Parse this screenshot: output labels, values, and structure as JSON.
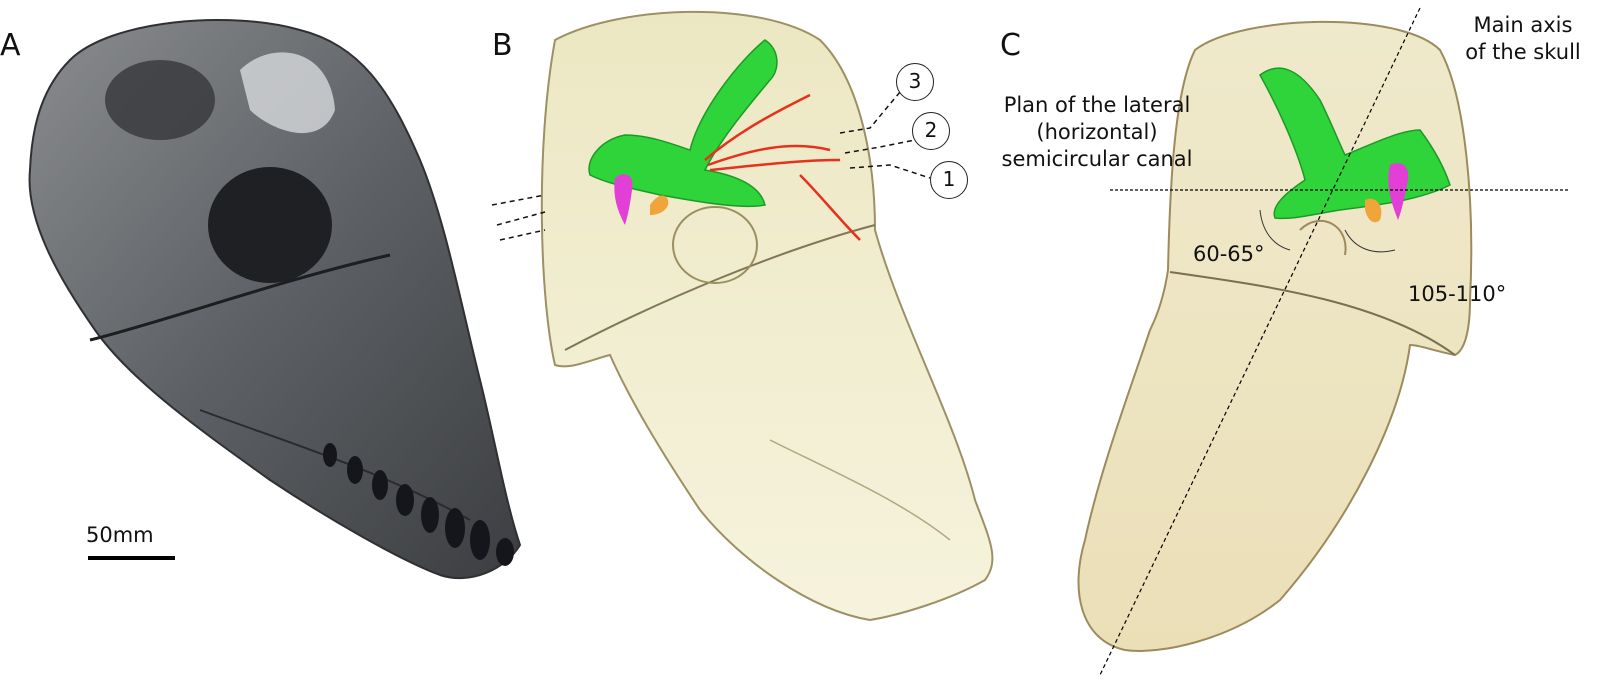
{
  "panels": [
    {
      "letter": "A"
    },
    {
      "letter": "B"
    },
    {
      "letter": "C"
    }
  ],
  "scale_bar": {
    "label": "50mm"
  },
  "panel_b": {
    "callouts": [
      "3",
      "2",
      "1"
    ]
  },
  "panel_c": {
    "lateral_canal_label_lines": [
      "Plan of the lateral",
      "(horizontal)",
      "semicircular canal"
    ],
    "main_axis_label_lines": [
      "Main axis",
      "of the skull"
    ],
    "angle_1": "60-65°",
    "angle_2": "105-110°"
  },
  "colors": {
    "fossil_dark": "#4f5154",
    "fossil_light": "#9a9c9e",
    "transparent_skull": "#e9e3b4",
    "skull_outline": "#8b7f57",
    "labyrinth": "#2fd33a",
    "cochlea": "#e23fd6",
    "nerves": "#e4321c",
    "stapes": "#f0a53a"
  }
}
